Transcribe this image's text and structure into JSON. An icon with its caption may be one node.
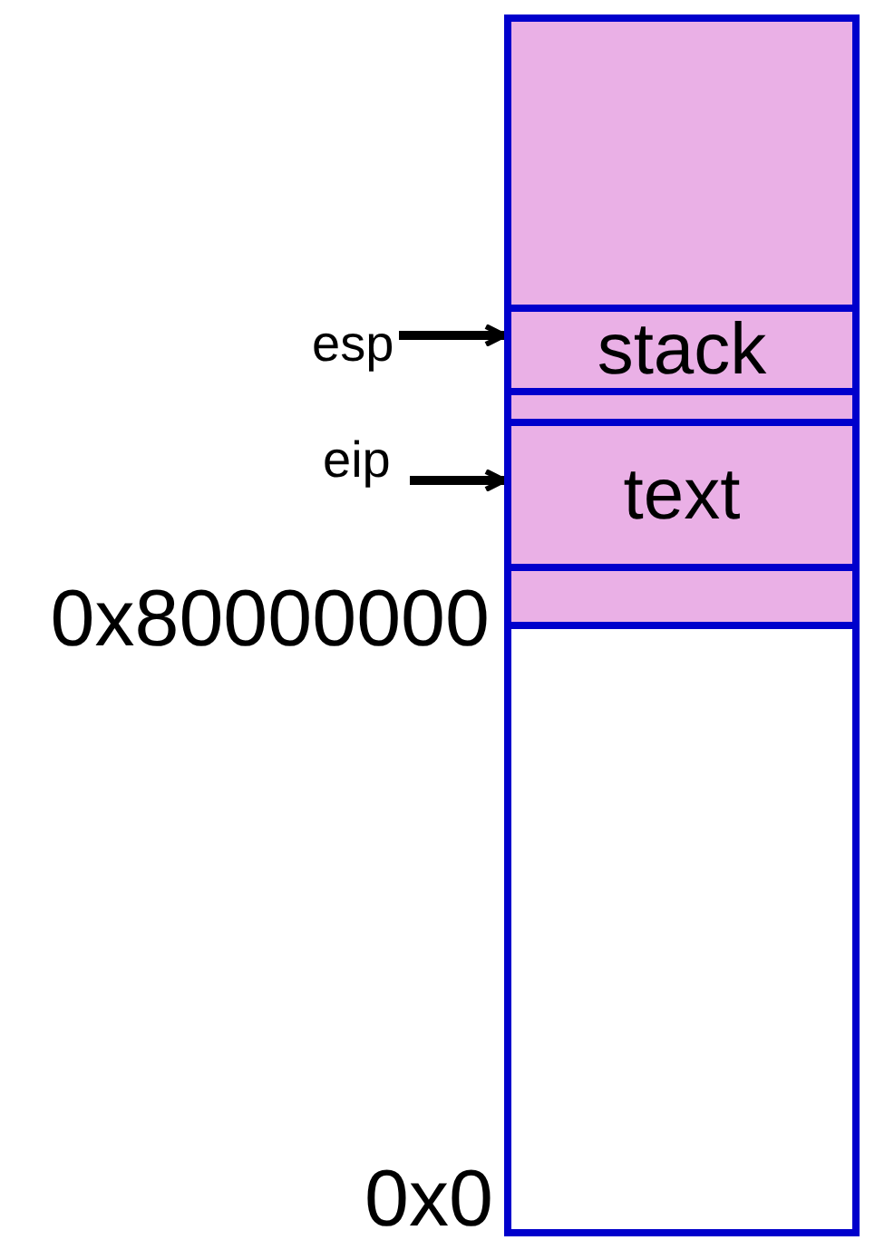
{
  "diagram": {
    "nodes": [
      {
        "text": [],
        "shape": "box"
      },
      {
        "text": [
          "stack"
        ],
        "in": 0
      },
      {
        "text": [
          "text"
        ],
        "in": 0
      },
      {
        "text": [
          "esp"
        ]
      },
      {
        "text": [
          "eip"
        ]
      }
    ],
    "edges": [
      {
        "from": 3,
        "to": 1,
        "arrow": "to"
      },
      {
        "from": 4,
        "to": 2,
        "arrow": "to"
      }
    ],
    "labels": [
      "0x80000000",
      "0x0"
    ]
  }
}
